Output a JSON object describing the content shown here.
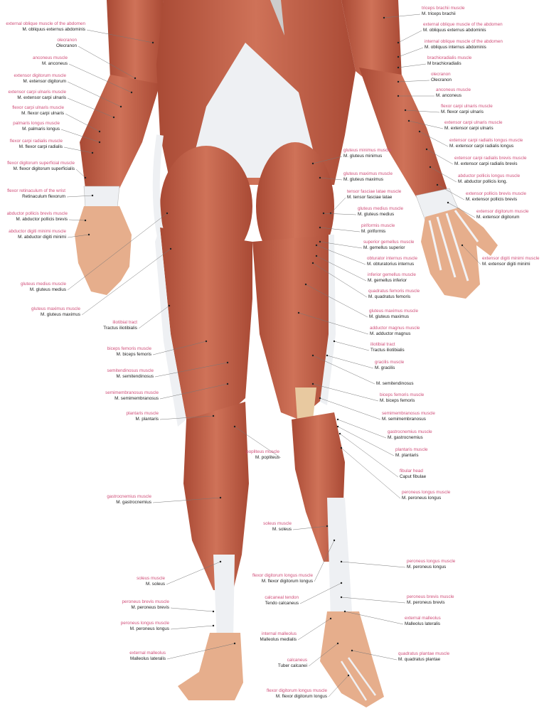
{
  "colors": {
    "muscle": "#c4654a",
    "muscle_dark": "#9c3f2c",
    "tendon": "#eef0f3",
    "skin": "#eab896",
    "label_english": "#d0507a",
    "label_latin": "#222222"
  },
  "labels_left": [
    {
      "en": "external oblique muscle of the abdomen",
      "la": "M. obliquus externus abdominis"
    },
    {
      "en": "olecranon",
      "la": "Olecranon"
    },
    {
      "en": "anconeus muscle",
      "la": "M. anconeus"
    },
    {
      "en": "extensor digitorum muscle",
      "la": "M. extensor digitorum"
    },
    {
      "en": "extensor carpi ulnaris muscle",
      "la": "M. extensor carpi ulnaris"
    },
    {
      "en": "flexor carpi ulnaris muscle",
      "la": "M. flexor carpi ulnaris"
    },
    {
      "en": "palmaris longus muscle",
      "la": "M. palmaris longus"
    },
    {
      "en": "flexor carpi radialis muscle",
      "la": "M. flexor carpi radialis"
    },
    {
      "en": "flexor digitorum superficial muscle",
      "la": "M. flexor digitorum superficialis"
    },
    {
      "en": "flexor retinaculum of the wrist",
      "la": "Retinaculum flexorum"
    },
    {
      "en": "abductor pollicis brevis muscle",
      "la": "M. abductor pollicis brevis"
    },
    {
      "en": "abductor digiti minimi muscle",
      "la": "M. abductor digiti minimi"
    },
    {
      "en": "gluteus medius muscle",
      "la": "M. gluteus medius"
    },
    {
      "en": "gluteus maximus muscle",
      "la": "M. gluteus maximus"
    },
    {
      "en": "iliotibial tract",
      "la": "Tractus iliotibialis"
    },
    {
      "en": "biceps femoris muscle",
      "la": "M. biceps femoris"
    },
    {
      "en": "semitendinosus muscle",
      "la": "M. semitendinosus"
    },
    {
      "en": "semimembranosus muscle",
      "la": "M. semimembranosus"
    },
    {
      "en": "plantaris muscle",
      "la": "M. plantaris"
    },
    {
      "en": "popliteus muscle",
      "la": "M. popliteus"
    },
    {
      "en": "gastrocnemius muscle",
      "la": "M. gastrocnemius"
    },
    {
      "en": "soleus muscle",
      "la": "M. soleus"
    },
    {
      "en": "soleus muscle",
      "la": "M. soleus"
    },
    {
      "en": "flexor digitorum longus muscle",
      "la": "M. flexor digitorum longus"
    },
    {
      "en": "calcaneal tendon",
      "la": "Tendo calcaneus"
    },
    {
      "en": "peroneus brevis muscle",
      "la": "M. peroneus brevis"
    },
    {
      "en": "peroneus longus muscle",
      "la": "M. peroneus longus"
    },
    {
      "en": "internal malleolus",
      "la": "Malleolus medialis"
    },
    {
      "en": "external malleolus",
      "la": "Malleolus lateralis"
    },
    {
      "en": "calcaneus",
      "la": "Tuber calcanei"
    },
    {
      "en": "flexor digitorum longus muscle",
      "la": "M. flexor digitorum longus"
    }
  ],
  "labels_right": [
    {
      "en": "triceps brachii muscle",
      "la": "M. triceps brachii"
    },
    {
      "en": "external oblique muscle of the abdomen",
      "la": "M. obliquus externus abdominis"
    },
    {
      "en": "internal oblique muscle of the abdomen",
      "la": "M. obliquus internus abdominis"
    },
    {
      "en": "brachioradialis muscle",
      "la": "M brachioradialis"
    },
    {
      "en": "olecranon",
      "la": "Olecranon"
    },
    {
      "en": "anconeus muscle",
      "la": "M. anconeus"
    },
    {
      "en": "flexor carpi ulnaris muscle",
      "la": "M. flexor carpi ulnaris"
    },
    {
      "en": "extensor carpi ulnaris muscle",
      "la": "M. extensor carpi ulnaris"
    },
    {
      "en": "extensor carpi radialis longus muscle",
      "la": "M. extensor carpi radialis longus"
    },
    {
      "en": "extensor carpi radialis brevis muscle",
      "la": "M. extensor carpi radialis brevis"
    },
    {
      "en": "abductor pollicis longus muscle",
      "la": "M. abductor pollicis long."
    },
    {
      "en": "extensor pollicis brevis muscle",
      "la": "M. extensor pollicis brevis"
    },
    {
      "en": "extensor digitorum muscle",
      "la": "M. extensor digitorum"
    },
    {
      "en": "extensor digiti minimi muscle",
      "la": "M. extensor digiti minimi"
    },
    {
      "en": "gluteus minimus muscle",
      "la": "M. gluteus minimus"
    },
    {
      "en": "gluteus maximus muscle",
      "la": "M. gluteus maximus"
    },
    {
      "en": "tensor fasciae latae muscle",
      "la": "M. tensor fasciae latae"
    },
    {
      "en": "gluteus medius muscle",
      "la": "M. gluteus medius"
    },
    {
      "en": "piriformis muscle",
      "la": "M. piriformis"
    },
    {
      "en": "superior gemellus muscle",
      "la": "M. gemellus superior"
    },
    {
      "en": "obturator internus muscle",
      "la": "M. obturatorius internus"
    },
    {
      "en": "inferior gemellus muscle",
      "la": "M. gemellus inferior"
    },
    {
      "en": "quadratus femoris muscle",
      "la": "M. quadratus femoris"
    },
    {
      "en": "gluteus maximus muscle",
      "la": "M. gluteus maximus"
    },
    {
      "en": "adductor magnus muscle",
      "la": "M. adductor magnus"
    },
    {
      "en": "iliotibial tract",
      "la": "Tractus iliotibialis"
    },
    {
      "en": "gracilis muscle",
      "la": "M. gracilis"
    },
    {
      "en": "",
      "la": "M. semitendinosus"
    },
    {
      "en": "biceps femoris muscle",
      "la": "M. biceps femoris"
    },
    {
      "en": "semimembranosus muscle",
      "la": "M. semimembranosus"
    },
    {
      "en": "gastrocnemius muscle",
      "la": "M. gastrocnemius"
    },
    {
      "en": "plantaris muscle",
      "la": "M. plantaris"
    },
    {
      "en": "fibular head",
      "la": "Caput fibulae"
    },
    {
      "en": "peroneus longus muscle",
      "la": "M. peroneus longus"
    },
    {
      "en": "peroneus longus muscle",
      "la": "M. peroneus longus"
    },
    {
      "en": "peroneus brevis muscle",
      "la": "M. peroneus brevis"
    },
    {
      "en": "external malleolus",
      "la": "Malleolus lateralis"
    },
    {
      "en": "quadratus plantae muscle",
      "la": "M. quadratus plantae"
    }
  ]
}
